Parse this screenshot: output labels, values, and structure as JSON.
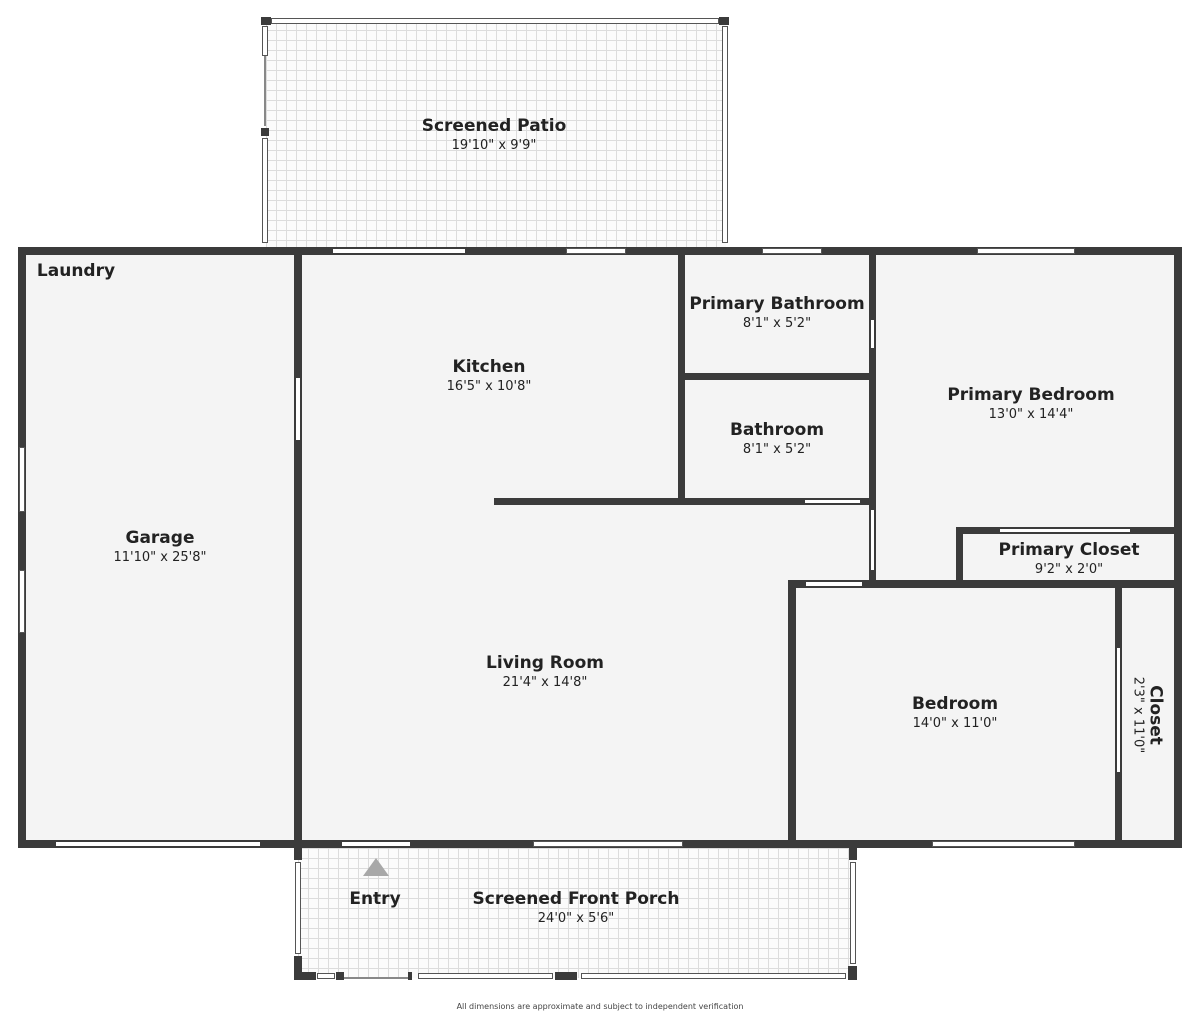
{
  "rooms": {
    "screened_patio": {
      "name": "Screened Patio",
      "dim": "19'10\" x 9'9\""
    },
    "laundry": {
      "name": "Laundry"
    },
    "kitchen": {
      "name": "Kitchen",
      "dim": "16'5\" x 10'8\""
    },
    "primary_bathroom": {
      "name": "Primary Bathroom",
      "dim": "8'1\" x 5'2\""
    },
    "bathroom": {
      "name": "Bathroom",
      "dim": "8'1\" x 5'2\""
    },
    "primary_bedroom": {
      "name": "Primary Bedroom",
      "dim": "13'0\" x 14'4\""
    },
    "primary_closet": {
      "name": "Primary Closet",
      "dim": "9'2\" x 2'0\""
    },
    "garage": {
      "name": "Garage",
      "dim": "11'10\" x 25'8\""
    },
    "living_room": {
      "name": "Living Room",
      "dim": "21'4\" x 14'8\""
    },
    "bedroom": {
      "name": "Bedroom",
      "dim": "14'0\" x 11'0\""
    },
    "closet": {
      "name": "Closet",
      "dim": "2'3\" x 11'0\""
    },
    "entry": {
      "name": "Entry"
    },
    "screened_front_porch": {
      "name": "Screened Front Porch",
      "dim": "24'0\" x 5'6\""
    }
  },
  "footer": "All dimensions are approximate and subject to independent verification",
  "colors": {
    "wall": "#3b3b3b",
    "floor": "#f4f4f4",
    "entry_marker": "#a8a8a8"
  }
}
